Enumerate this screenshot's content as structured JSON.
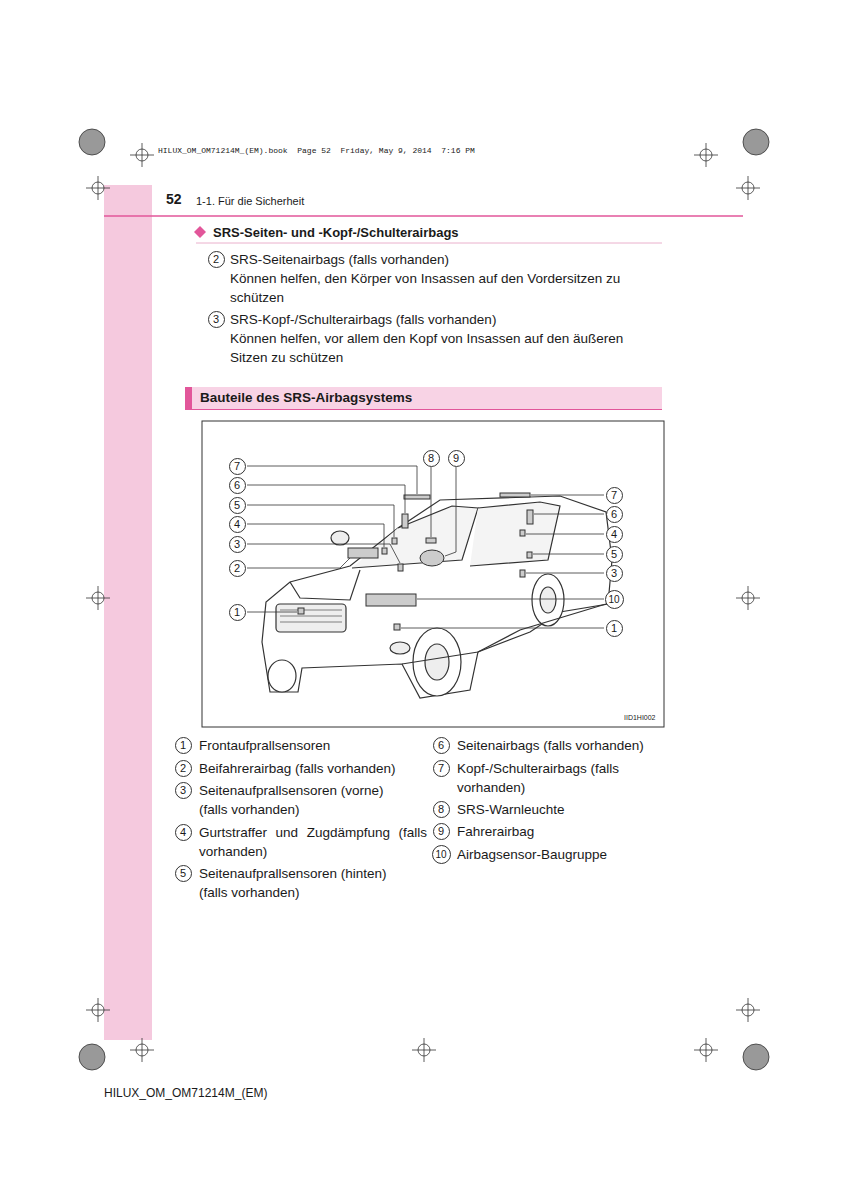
{
  "diagram": {
    "nodes": [
      {
        "text": [
          "Bauteile des SRS-Airbagsystems"
        ]
      }
    ],
    "edges": [],
    "labels": [
      "HILUX_OM_OM71214M_(EM).book  Page 52  Friday, May 9, 2014  7:16 PM",
      "52",
      "1-1. Für die Sicherheit",
      "SRS-Seiten- und -Kopf-/Schulterairbags",
      "2",
      "SRS-Seitenairbags (falls vorhanden)",
      "Können helfen, den Körper von Insassen auf den Vordersitzen zu schützen",
      "3",
      "SRS-Kopf-/Schulterairbags (falls vorhanden)",
      "Können helfen, vor allem den Kopf von Insassen auf den äußeren Sitzen zu schützen",
      "7",
      "6",
      "5",
      "4",
      "3",
      "2",
      "1",
      "8",
      "9",
      "7",
      "6",
      "4",
      "5",
      "3",
      "10",
      "1",
      "IID1HI002",
      "1",
      "Frontaufprallsensoren",
      "2",
      "Beifahrerairbag (falls vorhanden)",
      "3",
      "Seitenaufprallsensoren (vorne) (falls vorhanden)",
      "4",
      "Gurtstraffer und Zugdämpfung (falls vorhanden)",
      "5",
      "Seitenaufprallsensoren (hinten) (falls vorhanden)",
      "6",
      "Seitenairbags (falls vorhanden)",
      "7",
      "Kopf-/Schulterairbags (falls vorhanden)",
      "8",
      "SRS-Warnleuchte",
      "9",
      "Fahrerairbag",
      "10",
      "Airbagsensor-Baugruppe",
      "HILUX_OM_OM71214M_(EM)"
    ]
  }
}
